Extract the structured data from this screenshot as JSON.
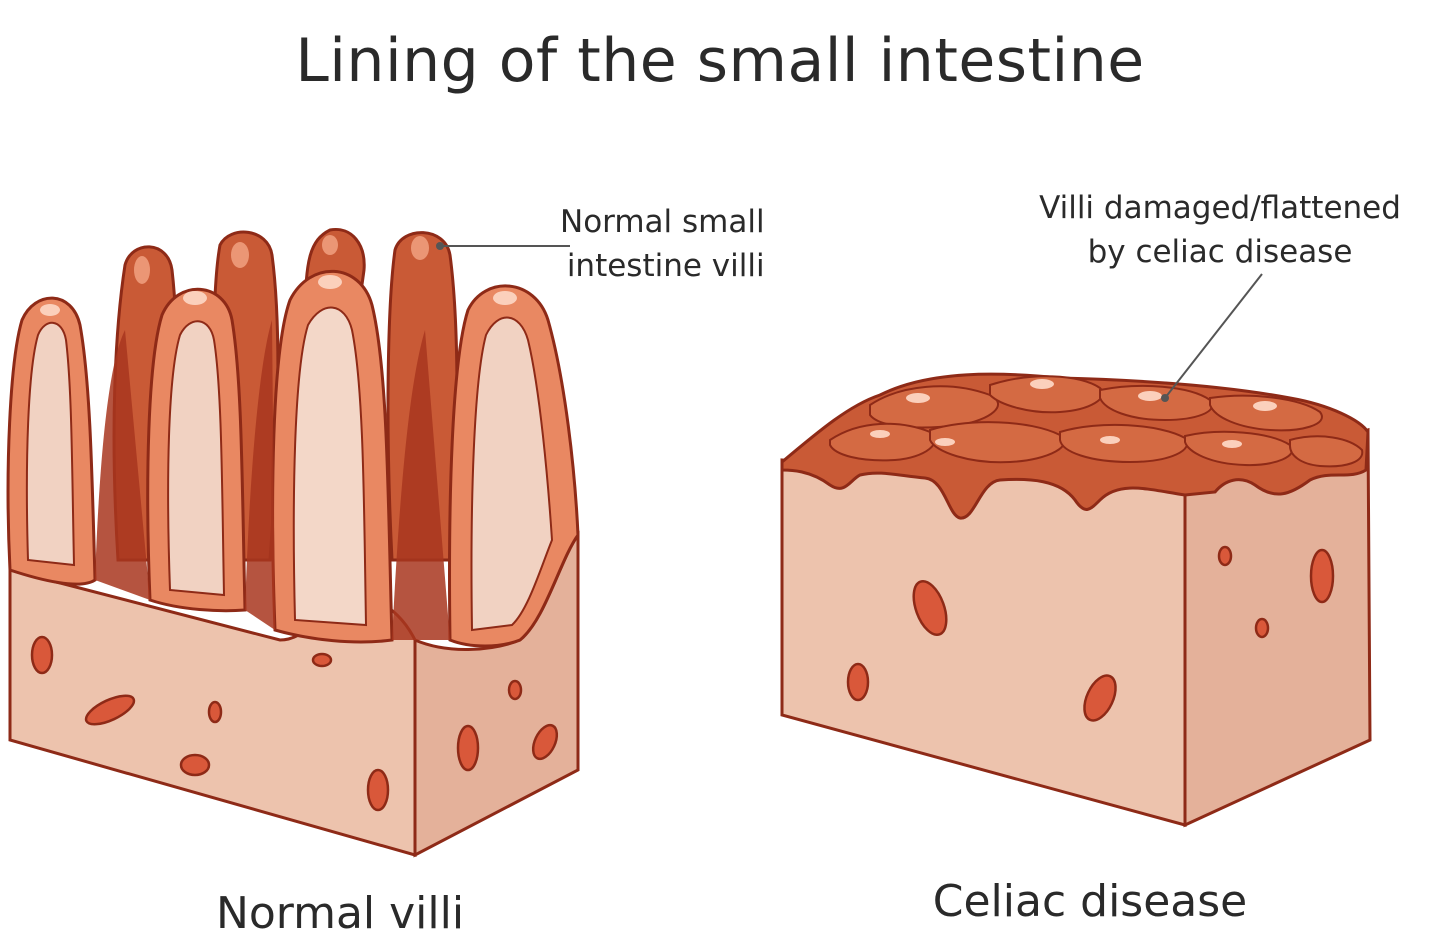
{
  "title": "Lining of the small intestine",
  "labels": {
    "normal_villi_line1": "Normal small",
    "normal_villi_line2": "intestine villi",
    "celiac_villi_line1": "Villi damaged/flattened",
    "celiac_villi_line2": "by celiac disease"
  },
  "captions": {
    "normal": "Normal villi",
    "celiac": "Celiac disease"
  },
  "colors": {
    "tissue": "#edc3ad",
    "tissue_side": "#e4b19a",
    "tissue_inner": "#f3d7c8",
    "mucosa": "#c95a36",
    "mucosa_dark": "#a8361f",
    "mucosa_light": "#e98862",
    "outline": "#8e2a17",
    "leader": "#555555"
  }
}
